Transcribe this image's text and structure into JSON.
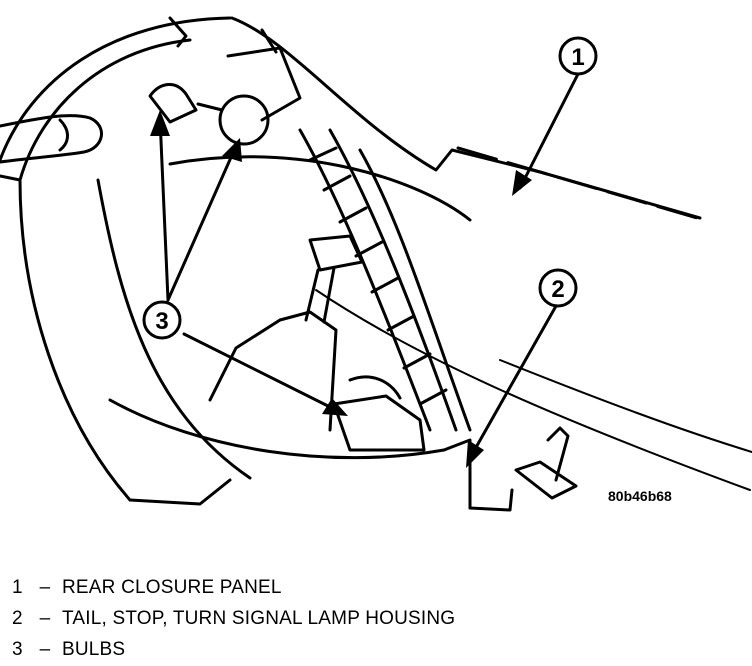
{
  "figure": {
    "id_code": "80b46b68",
    "callouts": [
      "1",
      "2",
      "3"
    ]
  },
  "legend": [
    {
      "number": "1",
      "dash": "–",
      "text": "REAR CLOSURE PANEL"
    },
    {
      "number": "2",
      "dash": "–",
      "text": "TAIL, STOP, TURN SIGNAL LAMP HOUSING"
    },
    {
      "number": "3",
      "dash": "–",
      "text": "BULBS"
    }
  ]
}
